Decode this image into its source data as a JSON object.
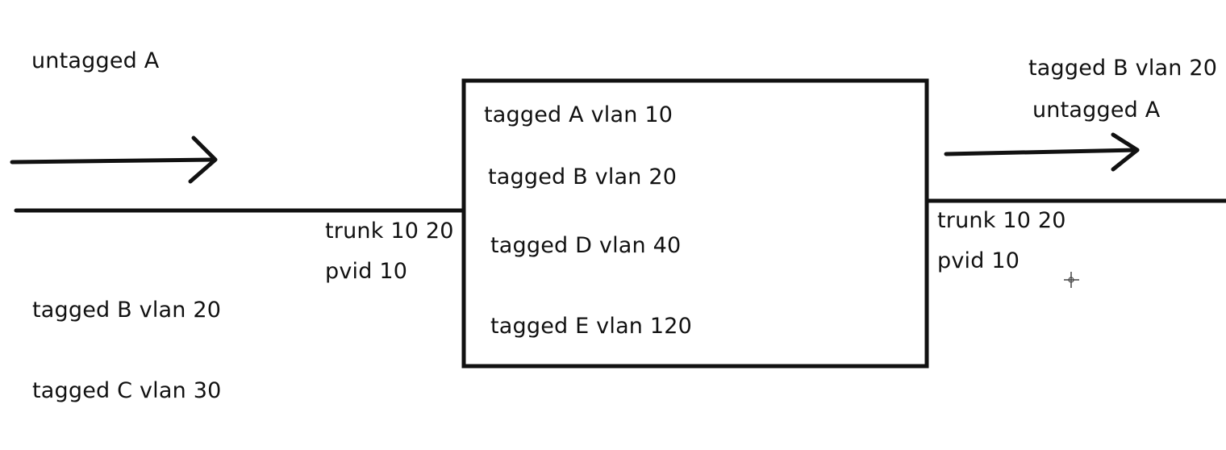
{
  "left_side": {
    "incoming_untagged": "untagged  A",
    "incoming_tagged": [
      "tagged B vlan 20",
      "tagged C vlan 30"
    ],
    "port_mode": "trunk 10 20",
    "port_pvid": "pvid 10"
  },
  "switch": {
    "entries": [
      "tagged A vlan 10",
      "tagged B vlan 20",
      "tagged D vlan 40",
      "tagged E vlan 120"
    ]
  },
  "right_side": {
    "outgoing_tagged": "tagged B vlan 20",
    "outgoing_untagged": "untagged  A",
    "port_mode": "trunk 10 20",
    "port_pvid": "pvid 10"
  },
  "colors": {
    "line": "#111111",
    "background": "#ffffff"
  }
}
